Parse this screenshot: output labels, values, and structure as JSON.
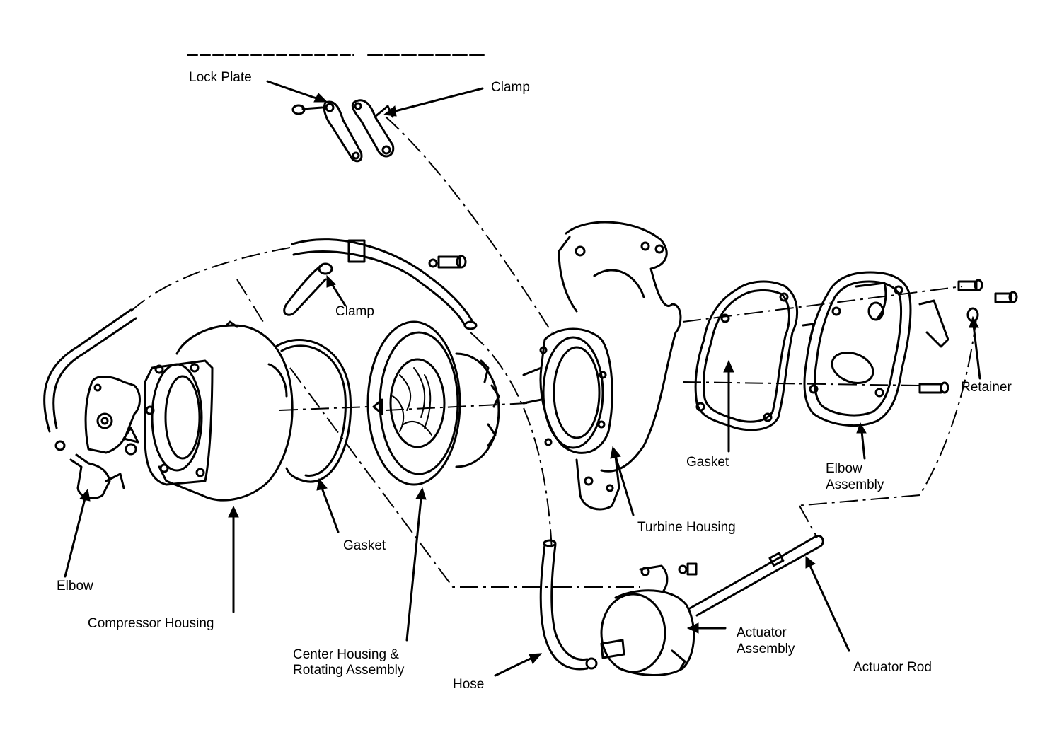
{
  "labels": {
    "lock_plate": "Lock Plate",
    "clamp_top": "Clamp",
    "clamp_mid": "Clamp",
    "retainer": "Retainer",
    "gasket_right": "Gasket",
    "elbow_assembly_1": "Elbow",
    "elbow_assembly_2": "Assembly",
    "turbine_housing": "Turbine Housing",
    "gasket_left": "Gasket",
    "elbow": "Elbow",
    "compressor_housing": "Compressor Housing",
    "center_housing_1": "Center Housing &",
    "center_housing_2": "Rotating Assembly",
    "hose": "Hose",
    "actuator_assembly_1": "Actuator",
    "actuator_assembly_2": "Assembly",
    "actuator_rod": "Actuator Rod"
  }
}
